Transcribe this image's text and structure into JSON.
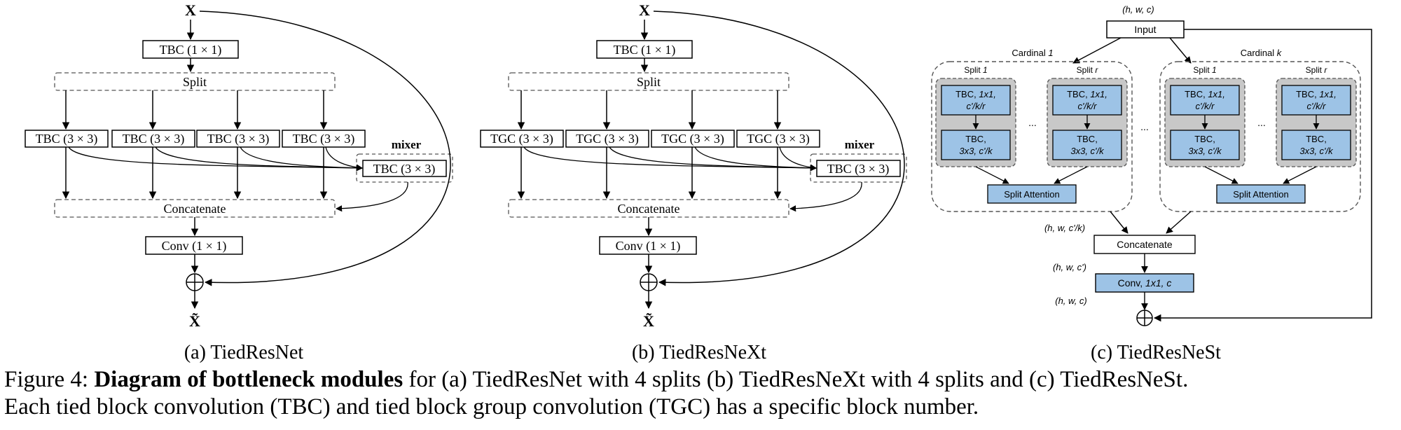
{
  "panel_a": {
    "input": "X",
    "top_conv": "TBC (1 × 1)",
    "split": "Split",
    "branches": [
      "TBC (3 × 3)",
      "TBC (3 × 3)",
      "TBC (3 × 3)",
      "TBC (3 × 3)"
    ],
    "mixer_label": "mixer",
    "mixer": "TBC (3 × 3)",
    "concat": "Concatenate",
    "out_conv": "Conv (1 × 1)",
    "output": "X̃",
    "caption": "(a) TiedResNet"
  },
  "panel_b": {
    "input": "X",
    "top_conv": "TBC (1 × 1)",
    "split": "Split",
    "branches": [
      "TGC (3 × 3)",
      "TGC (3 × 3)",
      "TGC (3 × 3)",
      "TGC (3 × 3)"
    ],
    "mixer_label": "mixer",
    "mixer": "TBC (3 × 3)",
    "concat": "Concatenate",
    "out_conv": "Conv (1 × 1)",
    "output": "X̃",
    "caption": "(b) TiedResNeXt"
  },
  "panel_c": {
    "input_shape": "(h, w, c)",
    "input": "Input",
    "cardinals": [
      {
        "title_prefix": "Cardinal ",
        "title_index": "1",
        "splits": [
          {
            "prefix": "Split ",
            "index": "1",
            "tbc1_a": "TBC, ",
            "tbc1_b": "1x1,",
            "tbc1_c": "c'/k/r",
            "tbc2_a": "TBC,",
            "tbc2_b": "3x3, c'/k"
          },
          {
            "prefix": "Split ",
            "index": "r",
            "tbc1_a": "TBC, ",
            "tbc1_b": "1x1,",
            "tbc1_c": "c'/k/r",
            "tbc2_a": "TBC,",
            "tbc2_b": "3x3, c'/k"
          }
        ],
        "ellipsis": "...",
        "attention": "Split Attention"
      },
      {
        "title_prefix": "Cardinal ",
        "title_index": "k",
        "splits": [
          {
            "prefix": "Split ",
            "index": "1",
            "tbc1_a": "TBC, ",
            "tbc1_b": "1x1,",
            "tbc1_c": "c'/k/r",
            "tbc2_a": "TBC,",
            "tbc2_b": "3x3, c'/k"
          },
          {
            "prefix": "Split ",
            "index": "r",
            "tbc1_a": "TBC, ",
            "tbc1_b": "1x1,",
            "tbc1_c": "c'/k/r",
            "tbc2_a": "TBC,",
            "tbc2_b": "3x3, c'/k"
          }
        ],
        "ellipsis": "...",
        "attention": "Split Attention"
      }
    ],
    "between_ellipsis": "...",
    "concat_shape": "(h, w, c'/k)",
    "concat": "Concatenate",
    "conv_shape": "(h, w, c')",
    "conv_a": "Conv, ",
    "conv_b": "1x1, c",
    "out_shape": "(h, w, c)",
    "caption": "(c) TiedResNeSt"
  },
  "figure_caption": {
    "prefix": "Figure 4: ",
    "bold": "Diagram of bottleneck modules",
    "rest_line1": " for (a) TiedResNet with 4 splits (b) TiedResNeXt with 4 splits and (c) TiedResNeSt.",
    "line2": "Each tied block convolution (TBC) and tied block group convolution (TGC) has a specific block number."
  },
  "colors": {
    "stroke": "#000000",
    "box_blue": "#9dc3e6",
    "split_gray": "#c8c8c8",
    "dashed": "#555555"
  }
}
